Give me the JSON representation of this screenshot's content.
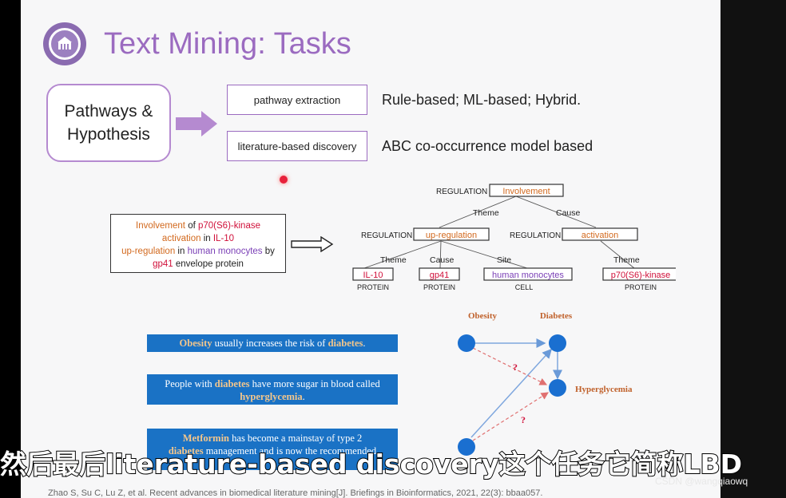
{
  "slide": {
    "title": "Text Mining: Tasks",
    "hypothesis_label": "Pathways &\nHypothesis",
    "tasks": [
      {
        "label": "pathway extraction",
        "method": "Rule-based; ML-based; Hybrid."
      },
      {
        "label": "literature-based discovery",
        "method": "ABC co-occurrence model based"
      }
    ],
    "sentence": [
      {
        "text": "Involvement",
        "color": "orange"
      },
      {
        "text": " of ",
        "color": "black"
      },
      {
        "text": "p70(S6)-kinase",
        "color": "red"
      },
      {
        "text": "activation",
        "color": "orange"
      },
      {
        "text": " in ",
        "color": "black"
      },
      {
        "text": "IL-10",
        "color": "red"
      },
      {
        "text": "up-regulation",
        "color": "orange"
      },
      {
        "text": " in ",
        "color": "black"
      },
      {
        "text": "human monocytes",
        "color": "purple"
      },
      {
        "text": " by",
        "color": "black"
      },
      {
        "text": "gp41",
        "color": "red"
      },
      {
        "text": " envelope protein",
        "color": "black"
      }
    ],
    "tree": {
      "root_type": "REGULATION",
      "root_label": "Involvement",
      "edge_theme": "Theme",
      "edge_cause": "Cause",
      "edge_site": "Site",
      "left_type": "REGULATION",
      "left_label": "up-regulation",
      "right_type": "REGULATION",
      "right_label": "activation",
      "leaves": [
        {
          "label": "IL-10",
          "type": "PROTEIN"
        },
        {
          "label": "gp41",
          "type": "PROTEIN"
        },
        {
          "label": "human monocytes",
          "type": "CELL"
        },
        {
          "label": "p70(S6)-kinase",
          "type": "PROTEIN"
        }
      ]
    },
    "sentences_blue": [
      {
        "parts": [
          {
            "t": "Obesity",
            "k": true
          },
          {
            "t": " usually increases the risk of ",
            "k": false
          },
          {
            "t": "diabetes",
            "k": true
          },
          {
            "t": ".",
            "k": false
          }
        ]
      },
      {
        "parts": [
          {
            "t": "People with ",
            "k": false
          },
          {
            "t": "diabetes",
            "k": true
          },
          {
            "t": " have more sugar in blood called ",
            "k": false
          },
          {
            "t": "hyperglycemia",
            "k": true
          },
          {
            "t": ".",
            "k": false
          }
        ]
      },
      {
        "parts": [
          {
            "t": "Metformin",
            "k": true
          },
          {
            "t": " has become a mainstay of type 2 ",
            "k": false
          },
          {
            "t": "diabetes",
            "k": true
          },
          {
            "t": " management and is now the recommended",
            "k": false
          }
        ]
      }
    ],
    "graph": {
      "obesity": "Obesity",
      "diabetes": "Diabetes",
      "hyperglycemia": "Hyperglycemia",
      "question": "?"
    },
    "reference": "Zhao S, Su C, Lu Z, et al. Recent advances in biomedical literature mining[J]. Briefings in Bioinformatics, 2021, 22(3): bbaa057."
  },
  "subtitle": "然后最后literature-based discovery这个任务它简称LBD",
  "watermark": "CSDN @wangqiaowq",
  "colors": {
    "title": "#9b6bc0",
    "box_border": "#b58ad0",
    "blue_box": "#1a72c5",
    "node_blue": "#1a6fd0",
    "keyword": "#f3c68c"
  },
  "icons": {
    "logo": "university-seal-icon",
    "arrow": "right-arrow-icon"
  }
}
